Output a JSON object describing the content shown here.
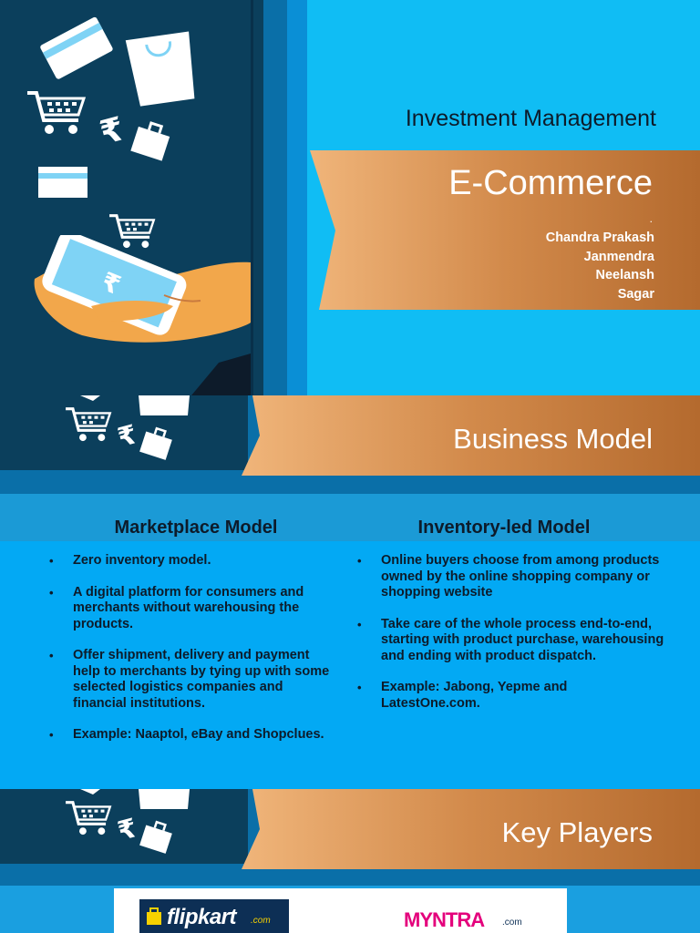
{
  "slide1": {
    "subtitle": "Investment Management",
    "title": "E-Commerce",
    "dot": ".",
    "authors": [
      "Chandra Prakash",
      "Janmendra",
      "Neelansh",
      "Sagar"
    ]
  },
  "slide2": {
    "title": "Business Model"
  },
  "slide3": {
    "left": {
      "title": "Marketplace Model",
      "bullets": [
        "Zero inventory model.",
        "A digital platform for consumers and merchants without warehousing the products.",
        "Offer shipment, delivery and payment help to merchants by tying up with some selected logistics companies and financial institutions.",
        "Example: Naaptol, eBay and Shopclues."
      ]
    },
    "right": {
      "title": "Inventory-led Model",
      "bullets": [
        "Online buyers choose from among products owned by the online shopping company or shopping website",
        "Take care of the whole process end-to-end, starting with product purchase, warehousing and ending with product dispatch.",
        "Example: Jabong, Yepme and LatestOne.com."
      ]
    }
  },
  "slide4": {
    "title": "Key Players"
  },
  "slide5": {
    "logos": {
      "flipkart": "flipkart",
      "flipkart_com": ".com",
      "myntra": "MYNTRA",
      "myntra_com": ".com"
    }
  },
  "colors": {
    "dark_navy": "#0b3f5c",
    "bright_blue": "#10bdf4",
    "banner_orange": "#c97a3e",
    "text_dark": "#0d1b2a"
  },
  "icons": [
    "credit-card-icon",
    "shopping-bag-icon",
    "shopping-cart-icon",
    "rupee-icon",
    "hand-phone-icon"
  ]
}
